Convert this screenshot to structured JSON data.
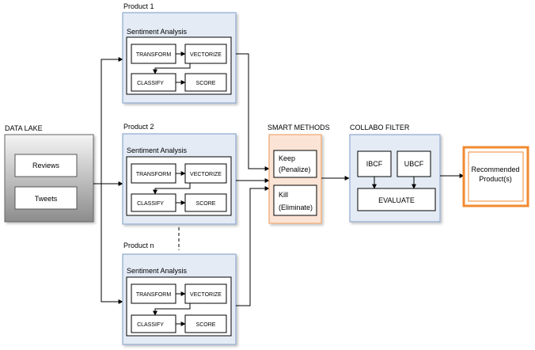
{
  "data_lake": {
    "title": "DATA LAKE",
    "sources": [
      "Reviews",
      "Tweets"
    ]
  },
  "products": [
    {
      "name": "Product 1",
      "module": "Sentiment Analysis",
      "steps": [
        "TRANSFORM",
        "VECTORIZE",
        "CLASSIFY",
        "SCORE"
      ]
    },
    {
      "name": "Product 2",
      "module": "Sentiment Analysis",
      "steps": [
        "TRANSFORM",
        "VECTORIZE",
        "CLASSIFY",
        "SCORE"
      ]
    },
    {
      "name": "Product n",
      "module": "Sentiment Analysis",
      "steps": [
        "TRANSFORM",
        "VECTORIZE",
        "CLASSIFY",
        "SCORE"
      ]
    }
  ],
  "smart_methods": {
    "title": "SMART METHODS",
    "keep_line1": "Keep",
    "keep_line2": "(Penalize)",
    "kill_line1": "Kill",
    "kill_line2": "(Eliminate)"
  },
  "collabo_filter": {
    "title": "COLLABO FILTER",
    "ibcf": "IBCF",
    "ubcf": "UBCF",
    "evaluate": "EVALUATE"
  },
  "output": {
    "line1": "Recommended",
    "line2": "Product(s)"
  },
  "colors": {
    "product_fill": "#e4ebf5",
    "product_border": "#8fa9cf",
    "smart_fill": "#fbe4d5",
    "smart_border": "#f0a870",
    "collabo_fill": "#e4ebf5",
    "output_border": "#f08a30",
    "datalake_top": "#f2f2f2",
    "datalake_bottom": "#8c8c8c"
  }
}
